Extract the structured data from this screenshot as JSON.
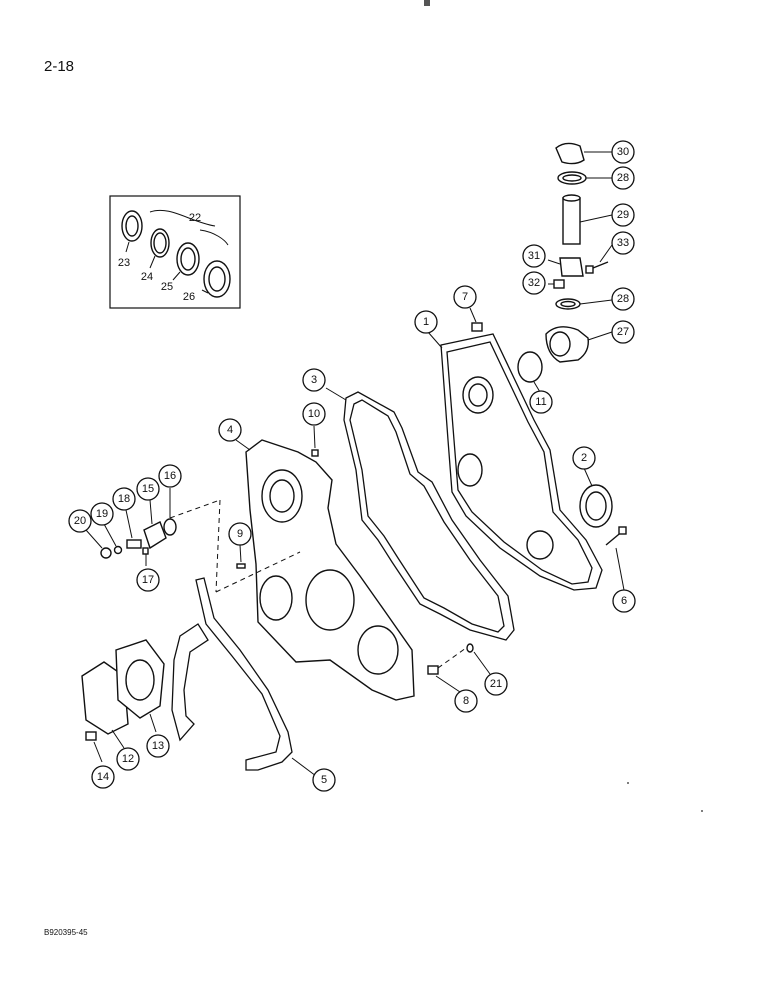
{
  "page_number": "2-18",
  "figure_code": "B920395-45",
  "callouts": [
    {
      "id": "c1",
      "label": "1"
    },
    {
      "id": "c2",
      "label": "2"
    },
    {
      "id": "c3",
      "label": "3"
    },
    {
      "id": "c4",
      "label": "4"
    },
    {
      "id": "c5",
      "label": "5"
    },
    {
      "id": "c6",
      "label": "6"
    },
    {
      "id": "c7",
      "label": "7"
    },
    {
      "id": "c8",
      "label": "8"
    },
    {
      "id": "c9",
      "label": "9"
    },
    {
      "id": "c10",
      "label": "10"
    },
    {
      "id": "c11",
      "label": "11"
    },
    {
      "id": "c12",
      "label": "12"
    },
    {
      "id": "c13",
      "label": "13"
    },
    {
      "id": "c14",
      "label": "14"
    },
    {
      "id": "c15",
      "label": "15"
    },
    {
      "id": "c16",
      "label": "16"
    },
    {
      "id": "c17",
      "label": "17"
    },
    {
      "id": "c18",
      "label": "18"
    },
    {
      "id": "c19",
      "label": "19"
    },
    {
      "id": "c20",
      "label": "20"
    },
    {
      "id": "c21",
      "label": "21"
    },
    {
      "id": "c27",
      "label": "27"
    },
    {
      "id": "c28a",
      "label": "28"
    },
    {
      "id": "c28b",
      "label": "28"
    },
    {
      "id": "c29",
      "label": "29"
    },
    {
      "id": "c30",
      "label": "30"
    },
    {
      "id": "c31",
      "label": "31"
    },
    {
      "id": "c32",
      "label": "32"
    },
    {
      "id": "c33",
      "label": "33"
    }
  ],
  "inset_labels": [
    {
      "id": "i22",
      "label": "22"
    },
    {
      "id": "i23",
      "label": "23"
    },
    {
      "id": "i24",
      "label": "24"
    },
    {
      "id": "i25",
      "label": "25"
    },
    {
      "id": "i26",
      "label": "26"
    }
  ]
}
